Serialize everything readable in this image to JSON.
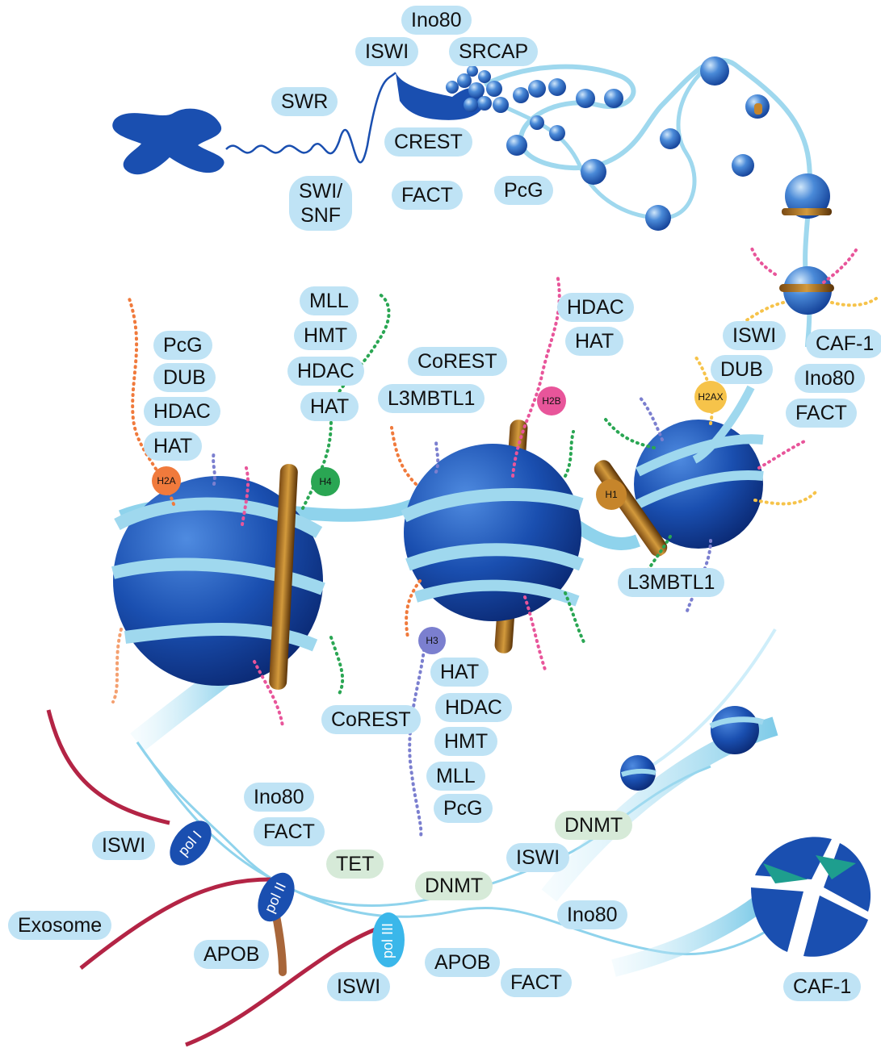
{
  "colors": {
    "label_bg": "#bfe3f5",
    "label_bg_green": "#d6ead8",
    "nucleosome_dark": "#1347a6",
    "dna_light": "#8fd3ec",
    "h2a": "#f07a3c",
    "h4": "#2aa653",
    "h2b": "#e8559a",
    "h3": "#7b7fcf",
    "h2ax": "#f6c34a",
    "h1": "#c6852b",
    "rna": "#b32445"
  },
  "labels": {
    "top": {
      "ino80": "Ino80",
      "iswi": "ISWI",
      "srcap": "SRCAP",
      "swr": "SWR",
      "crest": "CREST",
      "swi_snf_1": "SWI/",
      "swi_snf_2": "SNF",
      "fact": "FACT",
      "pcg": "PcG"
    },
    "h2a_group": [
      "PcG",
      "DUB",
      "HDAC",
      "HAT"
    ],
    "h4_group": [
      "MLL",
      "HMT",
      "HDAC",
      "HAT"
    ],
    "corest_top": "CoREST",
    "l3mbtl1_top": "L3MBTL1",
    "h2b_group": [
      "HDAC",
      "HAT"
    ],
    "right_group": {
      "iswi": "ISWI",
      "caf1": "CAF-1",
      "dub": "DUB",
      "ino80": "Ino80",
      "fact": "FACT"
    },
    "l3mbtl1_right": "L3MBTL1",
    "h3_group": [
      "HAT",
      "HDAC",
      "HMT",
      "MLL",
      "PcG"
    ],
    "corest_bottom": "CoREST",
    "bottom": {
      "ino80": "Ino80",
      "fact": "FACT",
      "iswi_left": "ISWI",
      "tet": "TET",
      "dnmt_mid": "DNMT",
      "dnmt_top": "DNMT",
      "iswi_mid": "ISWI",
      "ino80_right": "Ino80",
      "exosome": "Exosome",
      "apob_left": "APOB",
      "apob_mid": "APOB",
      "fact_bottom": "FACT",
      "iswi_bottom": "ISWI",
      "caf1_bottom": "CAF-1"
    }
  },
  "histones": {
    "h2a": "H2A",
    "h4": "H4",
    "h2b": "H2B",
    "h3": "H3",
    "h2ax": "H2AX",
    "h1": "H1"
  },
  "polymerases": {
    "pol1": "pol I",
    "pol2": "pol II",
    "pol3": "pol III"
  }
}
